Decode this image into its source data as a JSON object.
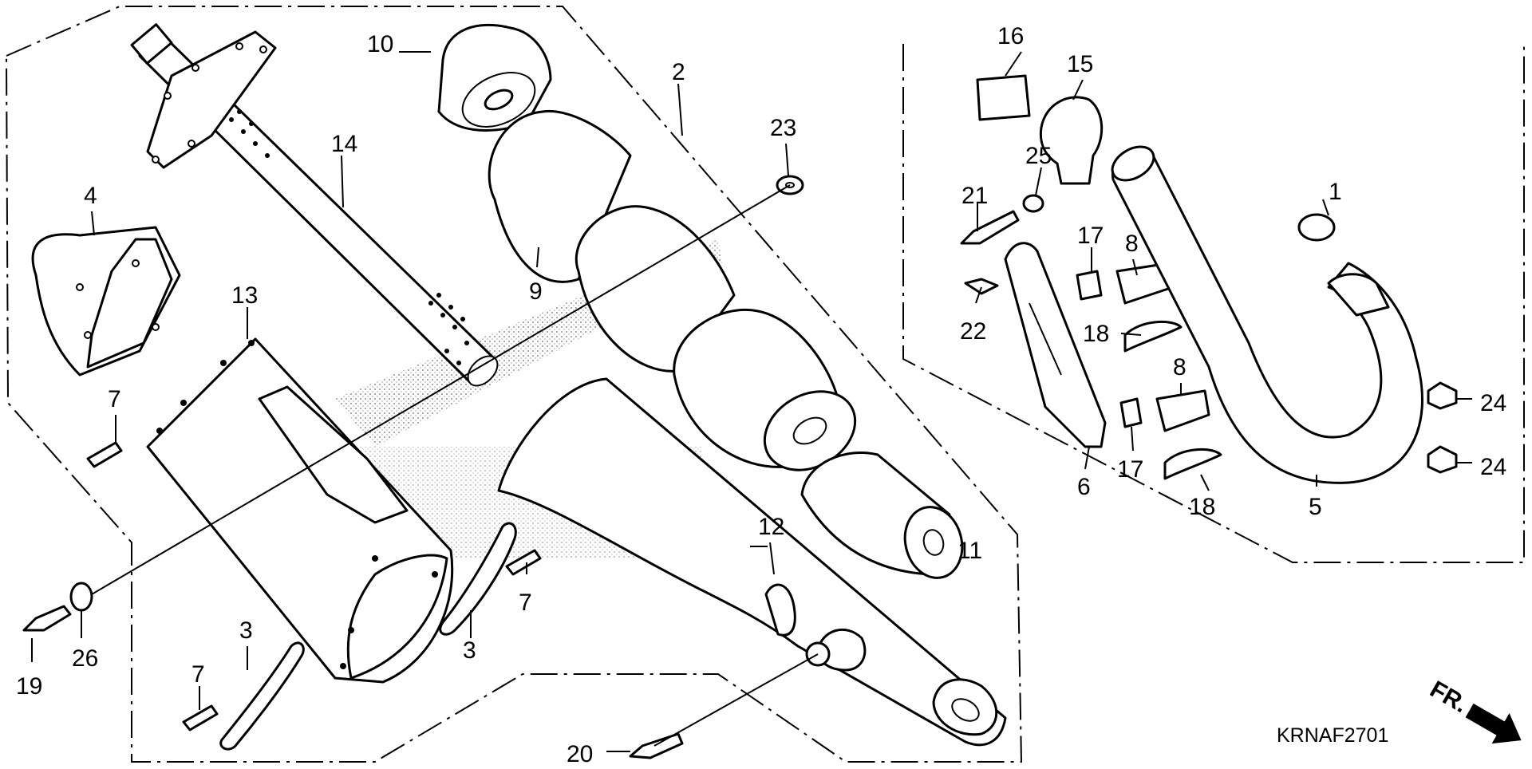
{
  "diagram": {
    "drawing_code": "KRNAF2701",
    "front_arrow_label": "FR.",
    "parts": [
      {
        "id": "p1",
        "label": "1"
      },
      {
        "id": "p2",
        "label": "2"
      },
      {
        "id": "p3a",
        "label": "3"
      },
      {
        "id": "p3b",
        "label": "3"
      },
      {
        "id": "p4",
        "label": "4"
      },
      {
        "id": "p5",
        "label": "5"
      },
      {
        "id": "p6",
        "label": "6"
      },
      {
        "id": "p7a",
        "label": "7"
      },
      {
        "id": "p7b",
        "label": "7"
      },
      {
        "id": "p7c",
        "label": "7"
      },
      {
        "id": "p8a",
        "label": "8"
      },
      {
        "id": "p8b",
        "label": "8"
      },
      {
        "id": "p9",
        "label": "9"
      },
      {
        "id": "p10",
        "label": "10"
      },
      {
        "id": "p11",
        "label": "11"
      },
      {
        "id": "p12",
        "label": "12"
      },
      {
        "id": "p13",
        "label": "13"
      },
      {
        "id": "p14",
        "label": "14"
      },
      {
        "id": "p15",
        "label": "15"
      },
      {
        "id": "p16",
        "label": "16"
      },
      {
        "id": "p17a",
        "label": "17"
      },
      {
        "id": "p17b",
        "label": "17"
      },
      {
        "id": "p18a",
        "label": "18"
      },
      {
        "id": "p18b",
        "label": "18"
      },
      {
        "id": "p19",
        "label": "19"
      },
      {
        "id": "p20",
        "label": "20"
      },
      {
        "id": "p21",
        "label": "21"
      },
      {
        "id": "p22",
        "label": "22"
      },
      {
        "id": "p23",
        "label": "23"
      },
      {
        "id": "p24a",
        "label": "24"
      },
      {
        "id": "p24b",
        "label": "24"
      },
      {
        "id": "p25",
        "label": "25"
      },
      {
        "id": "p26",
        "label": "26"
      }
    ]
  }
}
